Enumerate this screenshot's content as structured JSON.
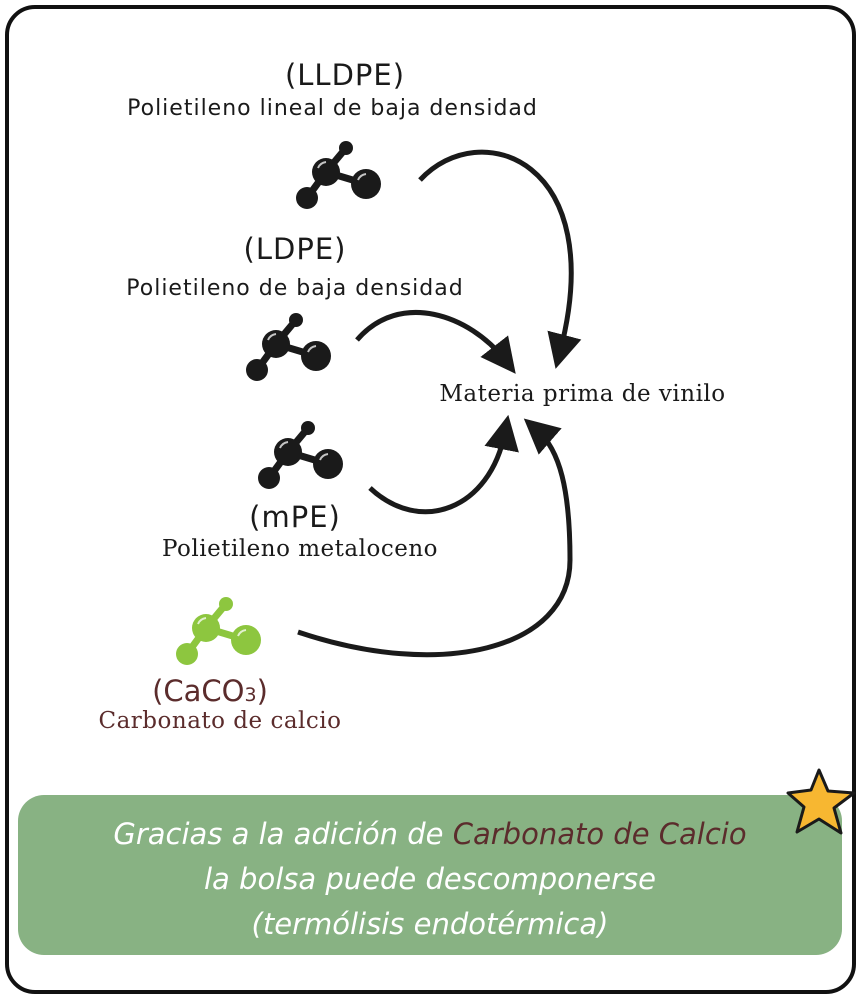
{
  "sources": {
    "lldpe": {
      "abbr": "(LLDPE)",
      "name": "Polietileno lineal de baja densidad"
    },
    "ldpe": {
      "abbr": "(LDPE)",
      "name": "Polietileno de baja densidad"
    },
    "mpe": {
      "abbr": "(mPE)",
      "name": "Polietileno metaloceno"
    },
    "caco3": {
      "abbr_main": "(CaCO",
      "abbr_sub": "3",
      "abbr_end": ")",
      "name": "Carbonato de calcio"
    }
  },
  "target": {
    "label": "Materia prima de vinilo"
  },
  "banner": {
    "line1_pre": "Gracias a la adición de ",
    "line1_highlight": "Carbonato de Calcio",
    "line2": "la bolsa puede descomponerse",
    "line3": "(termólisis endotérmica)"
  },
  "colors": {
    "molecule_dark": "#1a1a1a",
    "molecule_green": "#8dc63f",
    "banner_bg": "#88b283",
    "highlight_text": "#5b2c2c",
    "star": "#f7b731"
  },
  "icons": [
    "molecule-icon",
    "star-icon"
  ]
}
